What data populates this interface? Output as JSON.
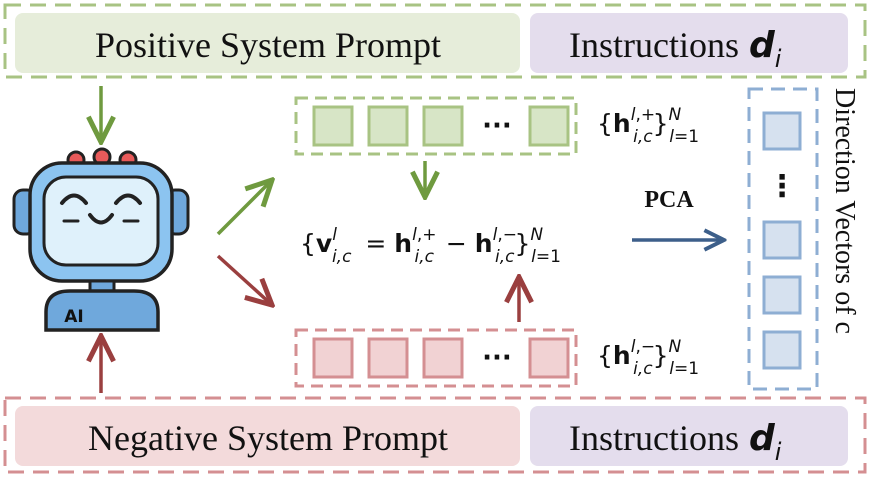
{
  "top_row": {
    "positive_prompt_label": "Positive System Prompt",
    "instructions_label": "Instructions",
    "instructions_var": "d",
    "instructions_sub": "i",
    "frame_color": "#a8c383",
    "prompt_fill": "#e6edda",
    "instructions_fill": "#e4dded"
  },
  "bottom_row": {
    "negative_prompt_label": "Negative System Prompt",
    "instructions_label": "Instructions",
    "instructions_var": "d",
    "instructions_sub": "i",
    "frame_color": "#d48f92",
    "prompt_fill": "#f3dadb",
    "instructions_fill": "#e4dded"
  },
  "robot": {
    "badge_text": "AI",
    "icon": "robot-icon"
  },
  "positive_states": {
    "ellipsis": "···",
    "label_text": "{h i,c l,+ } l=1 N",
    "cell_fill": "#d7e5c6",
    "cell_stroke": "#a8c383"
  },
  "negative_states": {
    "ellipsis": "···",
    "label_text": "{h i,c l,− } l=1 N",
    "cell_fill": "#f1d2d3",
    "cell_stroke": "#d48f92"
  },
  "difference_formula": "{v i,c l = h i,c l,+ − h i,c l,− } l=1 N",
  "pca_label": "PCA",
  "direction_vectors": {
    "title": "Direction Vectors of c",
    "ellipsis": "⋮",
    "cell_fill": "#d6e1ef",
    "cell_stroke": "#8eaed3"
  },
  "arrow_colors": {
    "green": "#6f9a3f",
    "red": "#9a3f3f",
    "blue": "#3d5f8a"
  }
}
